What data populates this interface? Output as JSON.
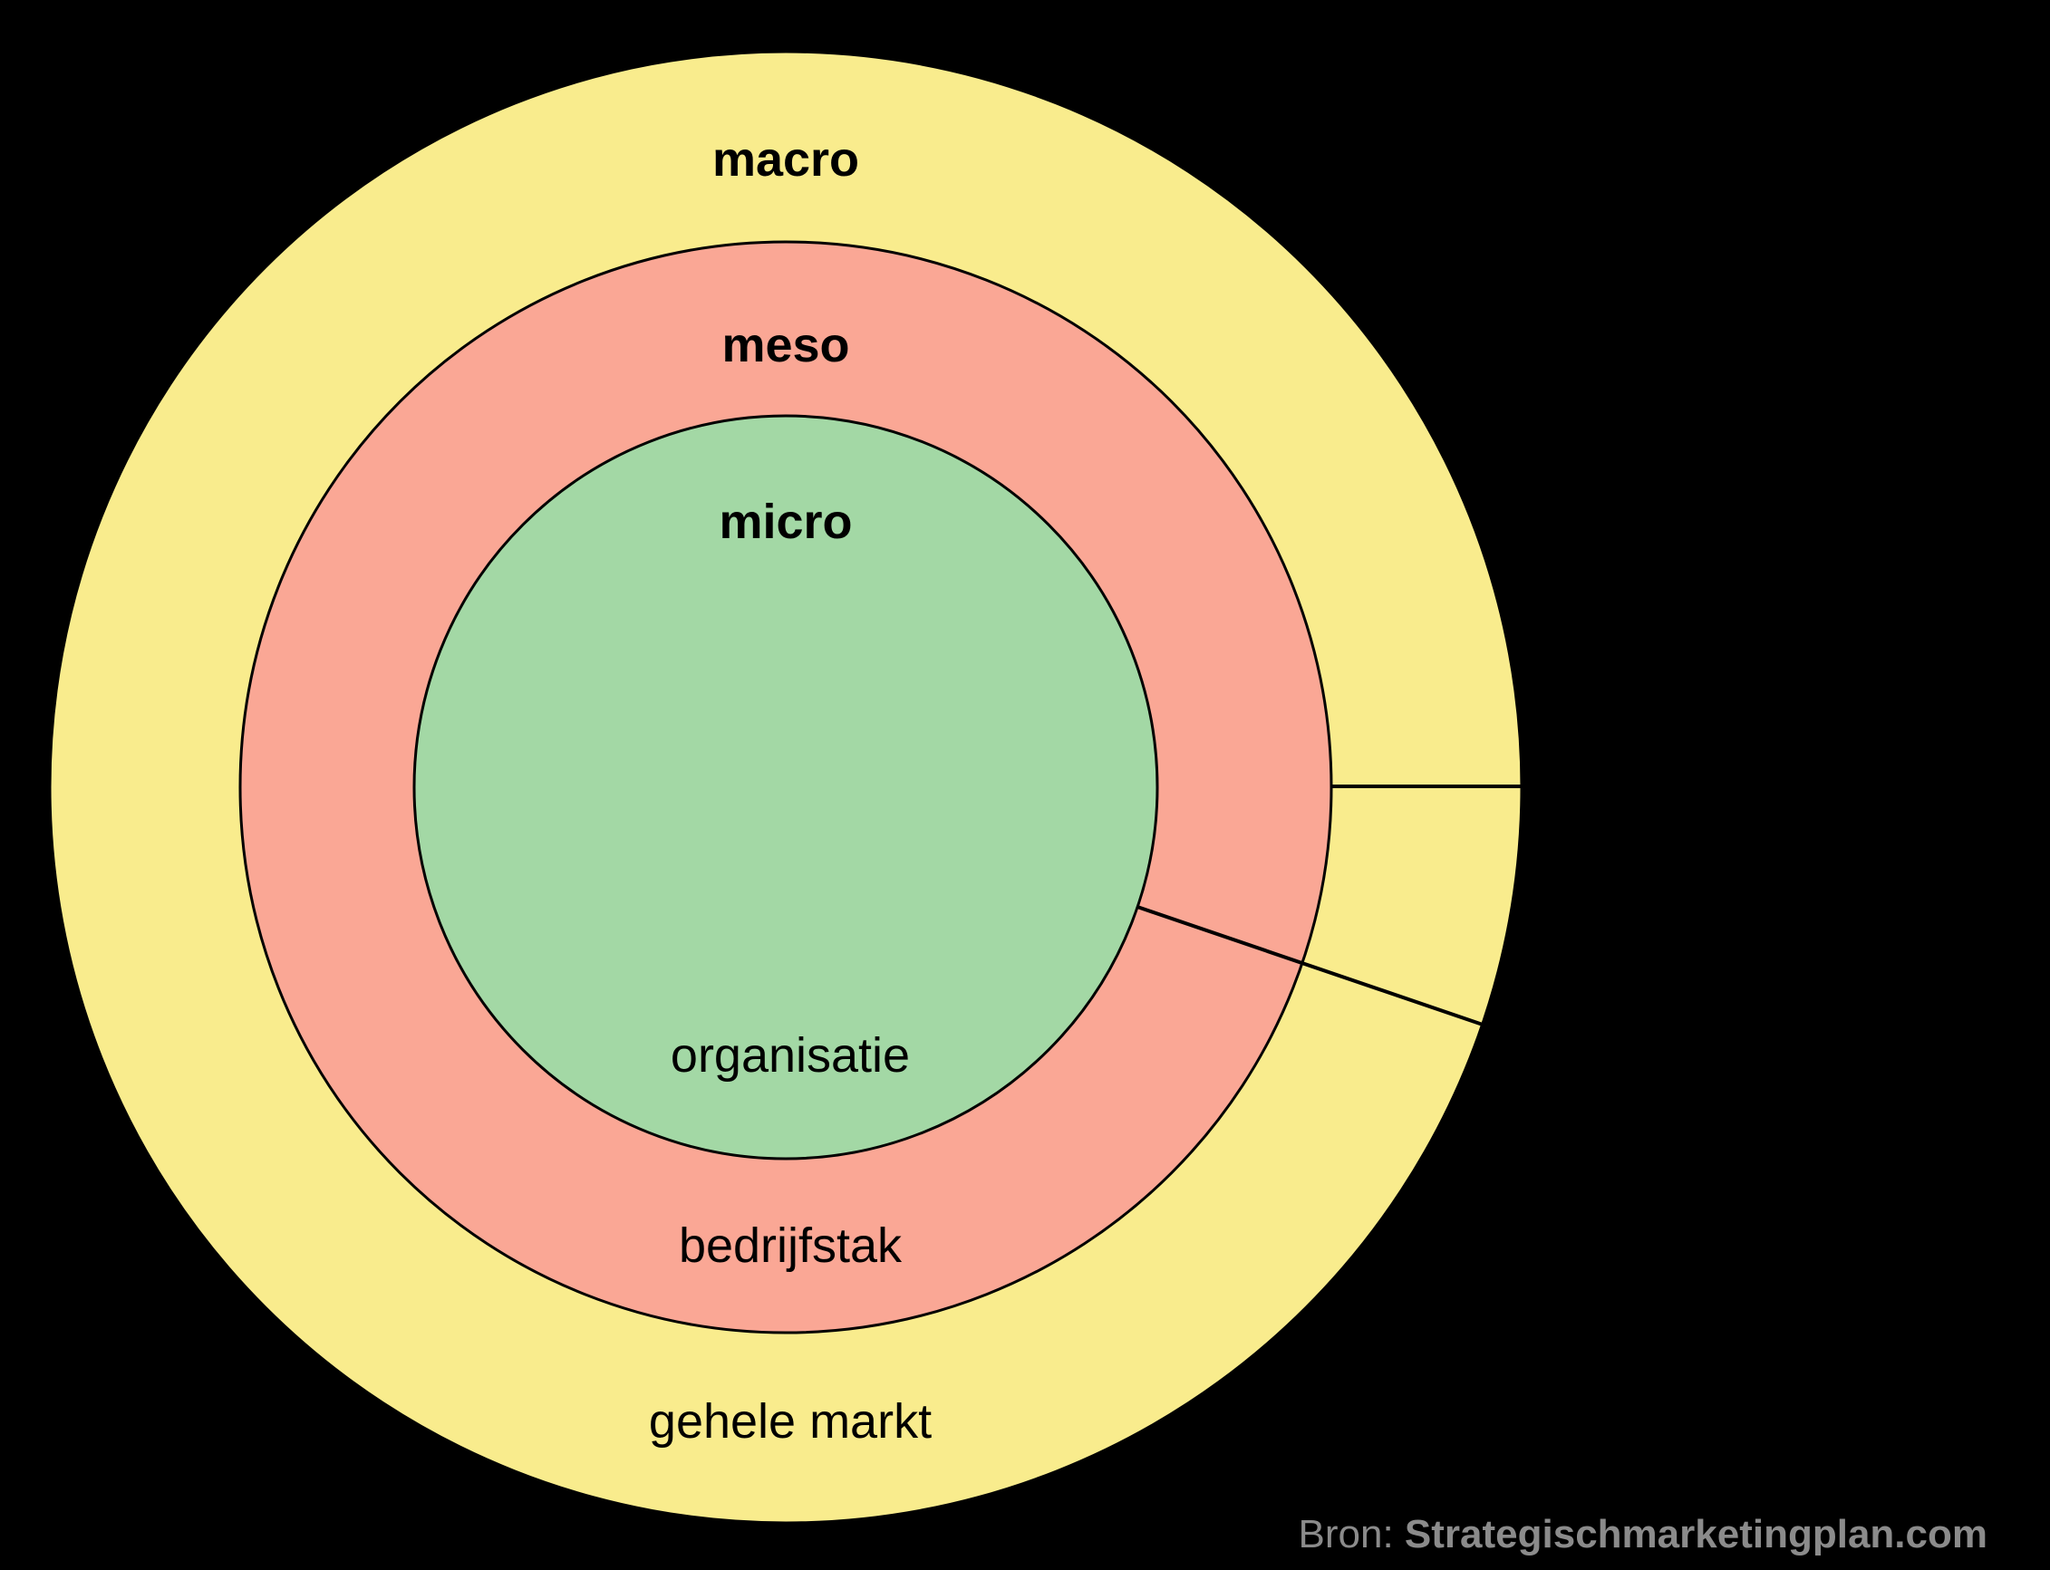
{
  "diagram": {
    "rings": [
      {
        "name": "macro",
        "scope_label": "gehele markt",
        "color": "#F9EC8D"
      },
      {
        "name": "meso",
        "scope_label": "bedrijfstak",
        "color": "#FAA795"
      },
      {
        "name": "micro",
        "scope_label": "organisatie",
        "color": "#A3D8A5"
      }
    ]
  },
  "colors": {
    "background": "#000000",
    "outline": "#000000",
    "label_text": "#000000",
    "source_text": "#8B8B8B"
  },
  "source": {
    "prefix": "Bron: ",
    "site": "Strategischmarketingplan.com"
  }
}
